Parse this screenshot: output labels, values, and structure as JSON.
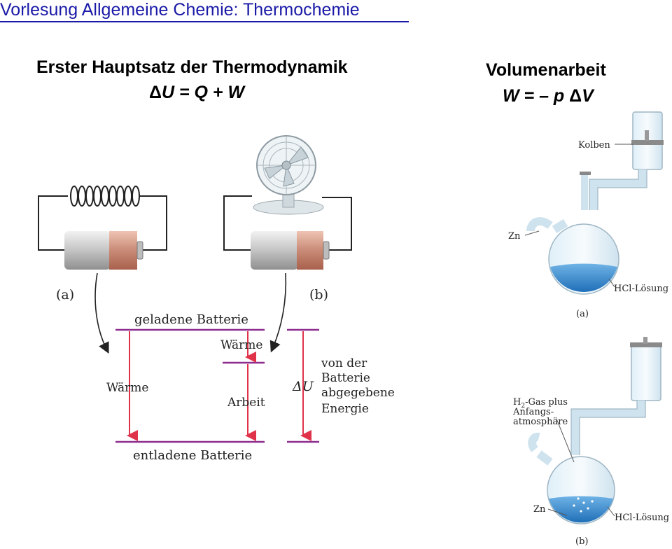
{
  "header": {
    "title": "Vorlesung Allgemeine Chemie: Thermochemie"
  },
  "first_law": {
    "heading": "Erster Hauptsatz der Thermodynamik",
    "delta": "Δ",
    "equation": "U = Q + W"
  },
  "volume_work": {
    "heading": "Volumenarbeit",
    "equation_left": "W = – p ",
    "delta": "Δ",
    "equation_right": "V"
  },
  "battery_figure": {
    "label_a": "(a)",
    "label_b": "(b)",
    "charged": "geladene Batterie",
    "discharged": "entladene Batterie",
    "heat_a": "Wärme",
    "heat_b": "Wärme",
    "work": "Arbeit",
    "delta_u": "ΔU",
    "energy_lines": [
      "von der",
      "Batterie",
      "abgegebene",
      "Energie"
    ]
  },
  "flask_figure": {
    "piston": "Kolben",
    "zn_a": "Zn",
    "solution_a": "HCl-Lösung",
    "label_a": "(a)",
    "gas_lines": [
      "-Gas plus",
      "Anfangs-",
      "atmosphäre"
    ],
    "gas_prefix": "H",
    "gas_sub": "2",
    "zn_b": "Zn",
    "solution_b": "HCl-Lösung",
    "label_b": "(b)"
  },
  "colors": {
    "header": "#1a1aa8",
    "level_line": "#8e2d8f",
    "arrow": "#e0334a",
    "liquid": "#3b8fd4",
    "copper": "#c98b77"
  }
}
